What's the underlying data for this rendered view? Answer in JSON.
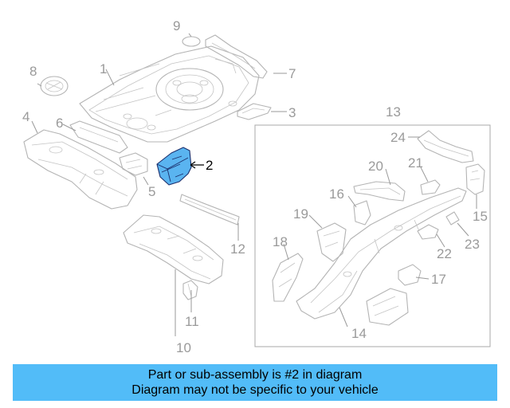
{
  "callouts": [
    {
      "id": "1",
      "label": "1"
    },
    {
      "id": "2",
      "label": "2",
      "highlighted": true
    },
    {
      "id": "3",
      "label": "3"
    },
    {
      "id": "4",
      "label": "4"
    },
    {
      "id": "5",
      "label": "5"
    },
    {
      "id": "6",
      "label": "6"
    },
    {
      "id": "7",
      "label": "7"
    },
    {
      "id": "8",
      "label": "8"
    },
    {
      "id": "9",
      "label": "9"
    },
    {
      "id": "10",
      "label": "10"
    },
    {
      "id": "11",
      "label": "11"
    },
    {
      "id": "12",
      "label": "12"
    },
    {
      "id": "13",
      "label": "13"
    },
    {
      "id": "14",
      "label": "14"
    },
    {
      "id": "15",
      "label": "15"
    },
    {
      "id": "16",
      "label": "16"
    },
    {
      "id": "17",
      "label": "17"
    },
    {
      "id": "18",
      "label": "18"
    },
    {
      "id": "19",
      "label": "19"
    },
    {
      "id": "20",
      "label": "20"
    },
    {
      "id": "21",
      "label": "21"
    },
    {
      "id": "22",
      "label": "22"
    },
    {
      "id": "23",
      "label": "23"
    },
    {
      "id": "24",
      "label": "24"
    }
  ],
  "banner": {
    "line1": "Part or sub-assembly is #2 in diagram",
    "line2": "Diagram may not be specific to your vehicle"
  },
  "colors": {
    "highlight_fill": "#5ab4f0",
    "banner_background": "#52bcf8",
    "line_art": "#b4b4b4",
    "callout_text": "#9a9a9a"
  }
}
